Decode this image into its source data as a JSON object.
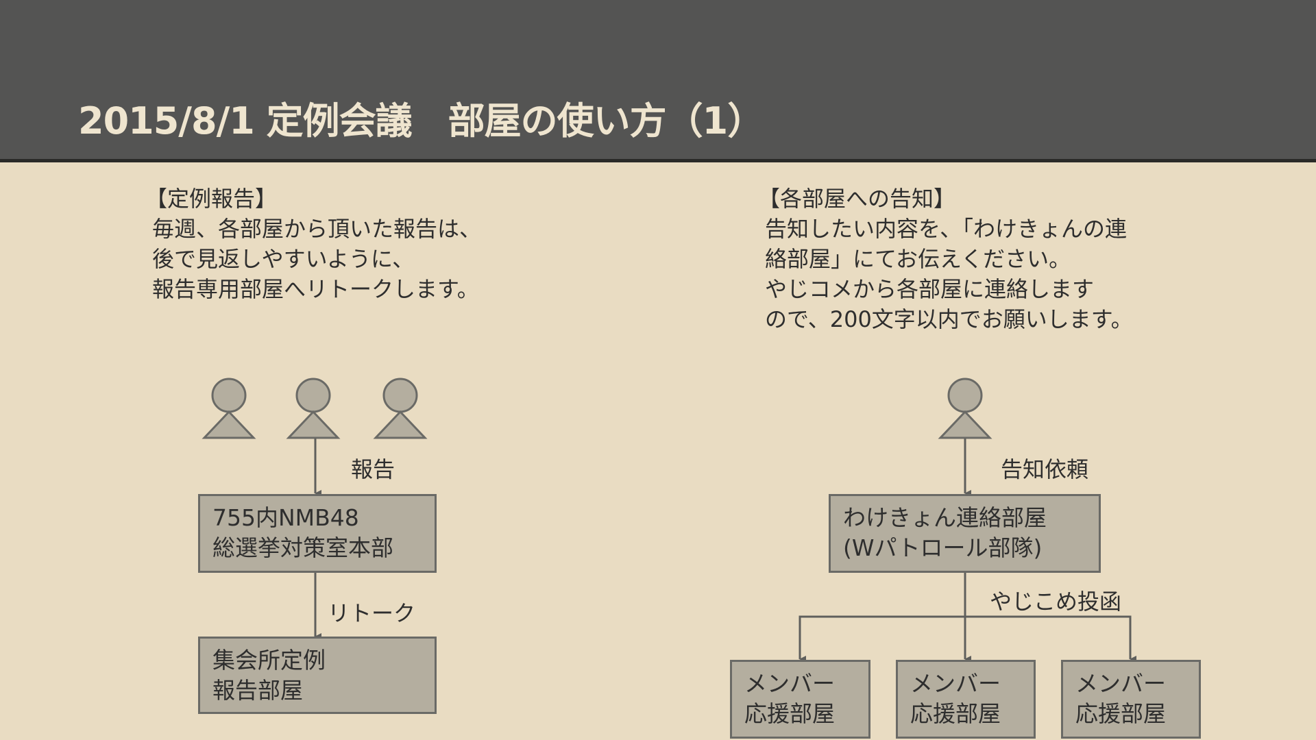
{
  "header": {
    "title": "2015/8/1 定例会議　部屋の使い方（1）"
  },
  "left": {
    "heading": "【定例報告】",
    "lines": [
      "毎週、各部屋から頂いた報告は、",
      "後で見返しやすいように、",
      "報告専用部屋へリトークします。"
    ],
    "arrow1_label": "報告",
    "box1": [
      "755内NMB48",
      "総選挙対策室本部"
    ],
    "arrow2_label": "リトーク",
    "box2": [
      "集会所定例",
      "報告部屋"
    ]
  },
  "right": {
    "heading": "【各部屋への告知】",
    "lines": [
      "告知したい内容を､「わけきょんの連",
      "絡部屋」にてお伝えください。",
      "やじコメから各部屋に連絡します",
      "ので、200文字以内でお願いします。"
    ],
    "arrow1_label": "告知依頼",
    "box1": [
      "わけきょん連絡部屋",
      "(Wパトロール部隊)"
    ],
    "arrow2_label": "やじこめ投函",
    "member_boxes": [
      [
        "メンバー",
        "応援部屋"
      ],
      [
        "メンバー",
        "応援部屋"
      ],
      [
        "メンバー",
        "応援部屋"
      ]
    ]
  },
  "colors": {
    "background": "#e9dcc2",
    "header": "#545453",
    "box": "#b4ae9f",
    "line": "#5f5f5c"
  }
}
